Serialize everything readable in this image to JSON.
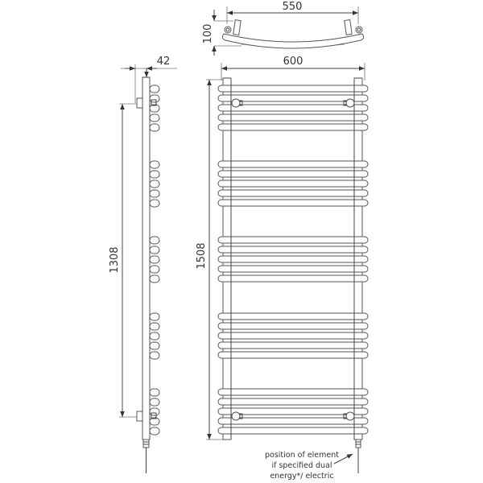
{
  "drawing": {
    "title": "Curved towel rail technical drawing",
    "units": "mm",
    "colors": {
      "line": "#444444",
      "background": "#ffffff",
      "text": "#333333"
    }
  },
  "top_view": {
    "width_label": "550",
    "depth_label": "100"
  },
  "front_view": {
    "width_label": "600",
    "height_label": "1508",
    "bar_groups": [
      {
        "y": [
          110,
          122,
          134,
          146,
          158
        ]
      },
      {
        "y": [
          204,
          216,
          228,
          240,
          252
        ]
      },
      {
        "y": [
          298,
          310,
          322,
          334,
          346
        ]
      },
      {
        "y": [
          393,
          405,
          417,
          429,
          441
        ]
      },
      {
        "y": [
          487,
          499,
          511,
          523,
          535
        ]
      }
    ],
    "valves_y": [
      127,
      517
    ]
  },
  "side_view": {
    "depth_label": "42",
    "centres_label": "1308"
  },
  "annotation": {
    "lines": [
      "position of element",
      "if specified dual",
      "energy*/ electric"
    ]
  }
}
